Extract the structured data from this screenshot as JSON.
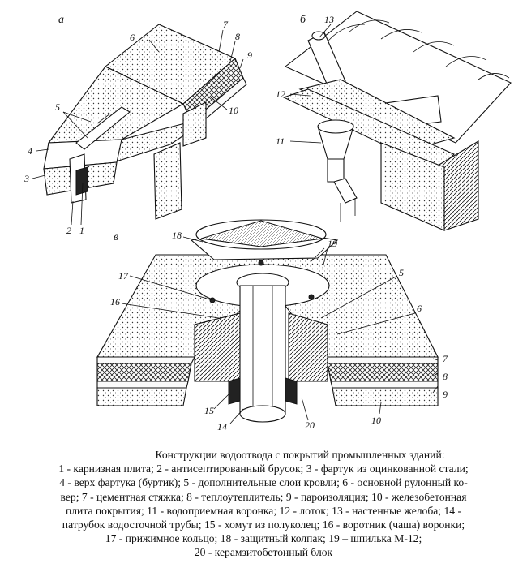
{
  "figure": {
    "sections": [
      "а",
      "б",
      "в"
    ],
    "labels_a": [
      "1",
      "2",
      "3",
      "4",
      "5",
      "6",
      "7",
      "8",
      "9",
      "10"
    ],
    "labels_b": [
      "11",
      "12",
      "13"
    ],
    "labels_c": [
      "5",
      "6",
      "7",
      "8",
      "9",
      "10",
      "14",
      "15",
      "16",
      "17",
      "18",
      "19",
      "20"
    ]
  },
  "caption": {
    "title": "Конструкции водоотвода с покрытий промышленных зданий:",
    "lines": [
      "1 - карнизная плита; 2 - антисептированный брусок; 3 - фартук из оцинкованной стали;",
      "4 - верх фартука (буртик); 5 - дополнительные слои кровли; 6 - основной рулонный ко-",
      "вер; 7 - цементная стяжка; 8 - теплоутеплитель; 9 - пароизоляция; 10 - железобетонная",
      "плита покрытия; 11 - водоприемная воронка; 12 - лоток; 13 - настенные желоба; 14 -",
      "патрубок водосточной трубы; 15 - хомут из полуколец; 16 - воротник (чаша) воронки;",
      "17 - прижимное кольцо; 18 - защитный колпак; 19 – шпилька М-12;",
      "20 - керамзитобетонный блок"
    ]
  }
}
